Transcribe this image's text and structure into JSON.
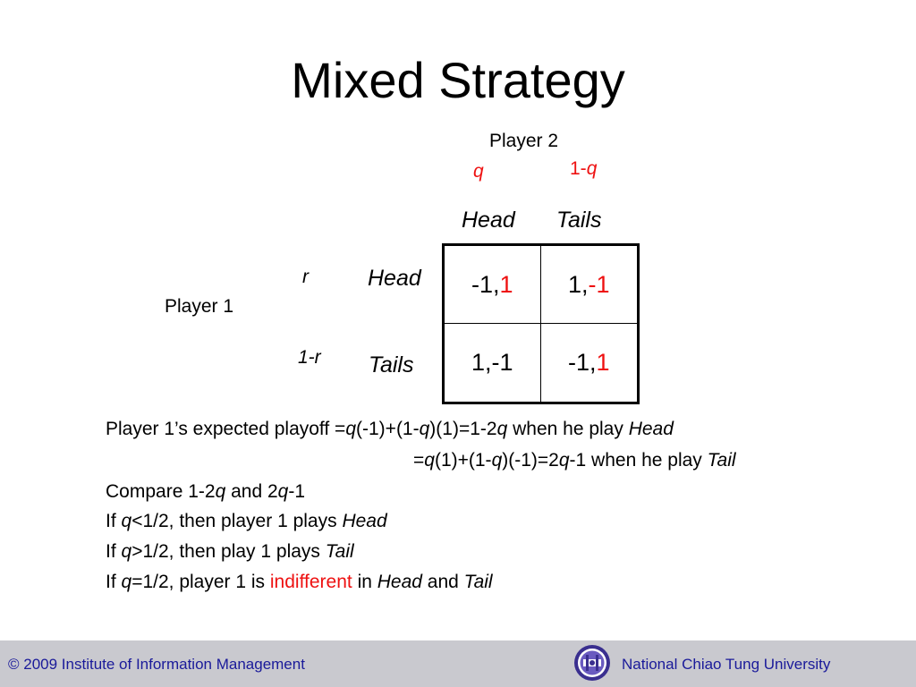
{
  "slide": {
    "title": "Mixed Strategy"
  },
  "game": {
    "player2_label": "Player 2",
    "player1_label": "Player 1",
    "col_prob_left": "q",
    "col_prob_right_prefix": "1-",
    "col_prob_right_var": "q",
    "row_prob_top": "r",
    "row_prob_bottom": "1-r",
    "col_headers": [
      "Head",
      "Tails"
    ],
    "row_headers": [
      "Head",
      "Tails"
    ],
    "cells": [
      [
        {
          "p1": "-1,",
          "p2": "1",
          "p2_red": true
        },
        {
          "p1": "1,",
          "p2": "-1",
          "p2_red": true
        }
      ],
      [
        {
          "p1": "1,",
          "p2": "-1",
          "p2_red": false
        },
        {
          "p1": "-1,",
          "p2": "1",
          "p2_red": true
        }
      ]
    ]
  },
  "text": {
    "l1_a": "Player 1’s expected playoff =",
    "l1_q1": "q",
    "l1_b": "(-1)+(1-",
    "l1_q2": "q",
    "l1_c": ")(1)=1-2",
    "l1_q3": "q",
    "l1_d": " when he play ",
    "l1_head": "Head",
    "l2_a": "=",
    "l2_q1": "q",
    "l2_b": "(1)+(1-",
    "l2_q2": "q",
    "l2_c": ")(-1)=2",
    "l2_q3": "q",
    "l2_d": "-1 when he play ",
    "l2_tail": "Tail",
    "l3_a": "Compare 1-2",
    "l3_q1": "q",
    "l3_b": " and 2",
    "l3_q2": "q",
    "l3_c": "-1",
    "l4_a": "If ",
    "l4_q": "q",
    "l4_b": "<1/2, then player 1 plays ",
    "l4_head": "Head",
    "l5_a": "If ",
    "l5_q": "q",
    "l5_b": ">1/2, then play 1 plays ",
    "l5_tail": "Tail",
    "l6_a": "If ",
    "l6_q": "q",
    "l6_b": "=1/2, player 1 is ",
    "l6_red": "indifferent",
    "l6_c": " in ",
    "l6_head": "Head",
    "l6_d": " and ",
    "l6_tail": "Tail"
  },
  "footer": {
    "left": "© 2009 Institute of Information Management",
    "right": "National Chiao Tung University",
    "logo_icon": "university-seal-icon",
    "text_color": "#1a1a9a",
    "bg_color": "#c9c9cf"
  },
  "colors": {
    "accent_red": "#ee1111"
  }
}
